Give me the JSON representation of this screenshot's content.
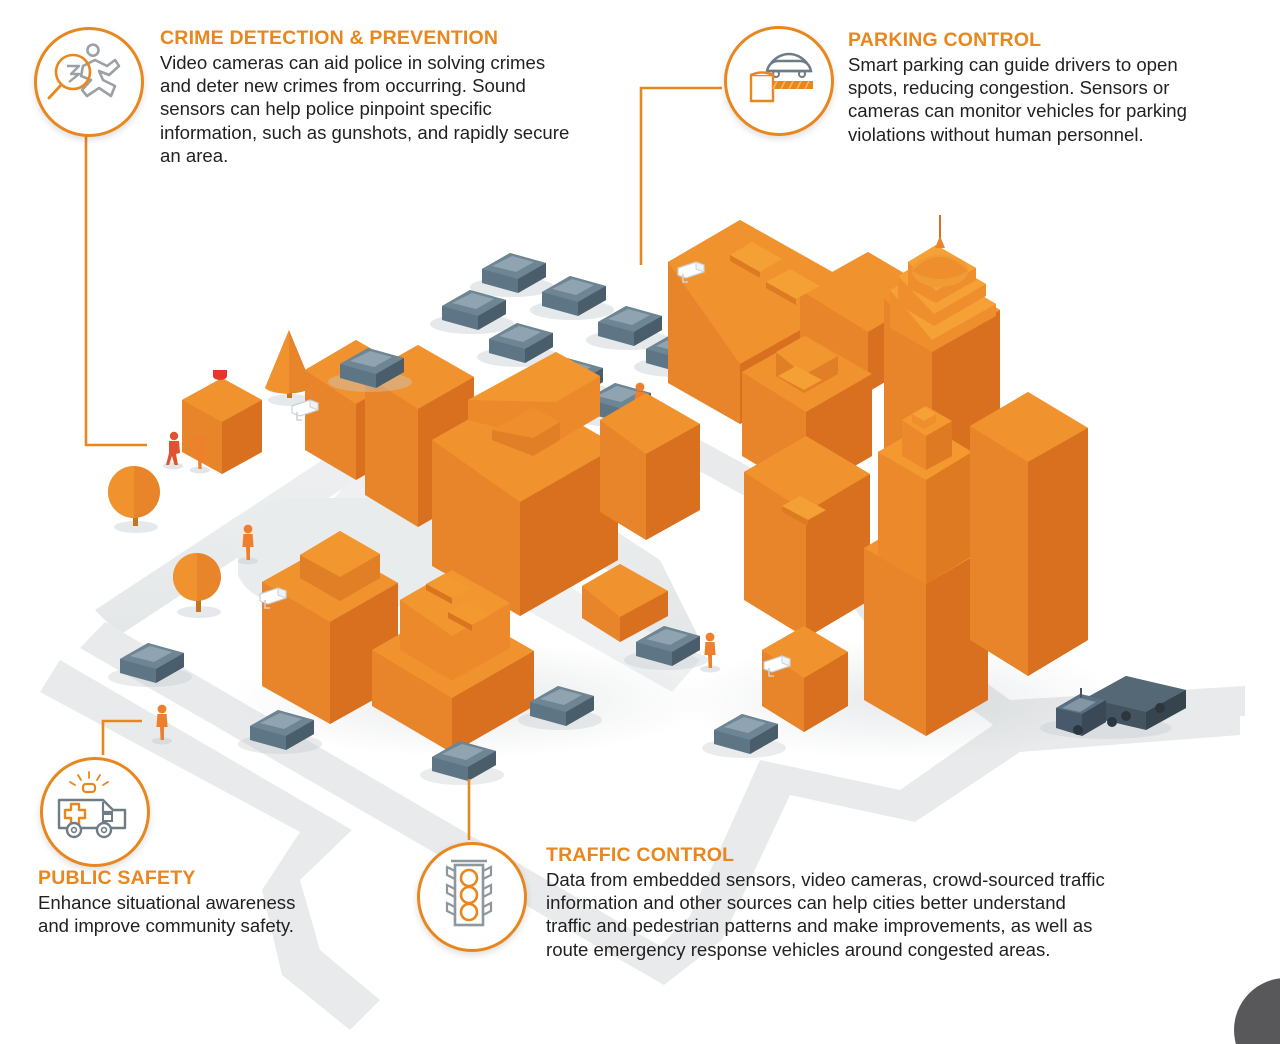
{
  "page": {
    "kind": "smart-city-infographic",
    "background_color": "#FFFFFF",
    "accent_color": "#E8871E",
    "body_text_color": "#231F20",
    "building_top_color": "#F0922E",
    "building_left_color": "#E8842A",
    "building_right_color": "#D9701F",
    "road_color": "#E8EAEB",
    "vehicle_color": "#5D7585",
    "vehicle_dark_color": "#44525C"
  },
  "callouts": [
    {
      "id": "crime-detection-prevention",
      "title": "CRIME DETECTION & PREVENTION",
      "body": "Video cameras can aid police in solving crimes and deter new crimes from occurring. Sound sensors can help police pinpoint specific information, such as gunshots, and rapidly secure an area.",
      "icon": "magnifier-body-outline-icon",
      "position": "top-left"
    },
    {
      "id": "parking-control",
      "title": "PARKING CONTROL",
      "body": "Smart parking can guide drivers to open spots, reducing congestion. Sensors or cameras can monitor vehicles for parking violations without human personnel.",
      "icon": "parking-meter-car-icon",
      "position": "top-right"
    },
    {
      "id": "public-safety",
      "title": "PUBLIC SAFETY",
      "body": "Enhance situational awareness and improve community safety.",
      "icon": "ambulance-icon",
      "position": "bottom-left"
    },
    {
      "id": "traffic-control",
      "title": "TRAFFIC CONTROL",
      "body": "Data from embedded sensors, video cameras, crowd-sourced traffic information and other sources can help cities better understand traffic and pedestrian patterns and make improvements, as well as route emergency response vehicles around congested areas.",
      "icon": "traffic-light-icon",
      "position": "bottom-center"
    }
  ],
  "illustration": {
    "name": "isometric-smart-city",
    "elements": [
      "parking-lot-with-eight-cars",
      "orange-office-buildings",
      "orange-skyscraper-district",
      "domed-tower-with-antenna",
      "grey-roads",
      "moving-cars",
      "semi-truck",
      "pedestrians",
      "round-trees",
      "conical-tree",
      "security-cameras",
      "alarm-beacon"
    ],
    "security_camera_count": 4,
    "parked_car_count": 8,
    "street_car_count": 7,
    "pedestrian_count": 6,
    "tree_count": 3
  }
}
